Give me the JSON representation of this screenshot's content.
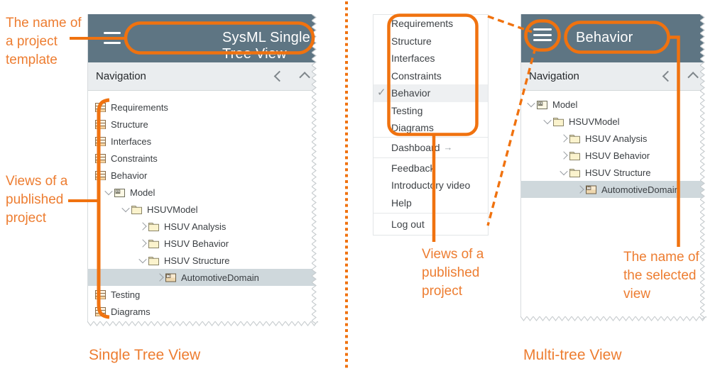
{
  "colors": {
    "accent_line": "#f0720f",
    "accent_text": "#ed7d31",
    "header_bg": "#5e7583",
    "navbar_bg": "#eaedef",
    "selected_row_bg": "#cfd8dc",
    "menu_selected_bg": "#eef0f2"
  },
  "annotations": {
    "project_template": "The name of\na project\ntemplate",
    "views_left": "Views of a\npublished\nproject",
    "views_middle": "Views of a\npublished\nproject",
    "selected_view": "The name of\nthe selected\nview"
  },
  "captions": {
    "left": "Single Tree View",
    "right": "Multi-tree View"
  },
  "left_panel": {
    "title": "SysML Single Tree View",
    "nav_title": "Navigation",
    "icons": [
      "hamburger-menu-icon",
      "collapse-left-icon",
      "collapse-up-icon"
    ],
    "tree": [
      {
        "label": "Requirements",
        "icon": "view-icon"
      },
      {
        "label": "Structure",
        "icon": "view-icon"
      },
      {
        "label": "Interfaces",
        "icon": "view-icon"
      },
      {
        "label": "Constraints",
        "icon": "view-icon"
      },
      {
        "label": "Behavior",
        "icon": "view-icon"
      },
      {
        "label": "Model",
        "icon": "model-icon",
        "state": "expanded"
      },
      {
        "label": "HSUVModel",
        "icon": "folder-icon",
        "state": "expanded"
      },
      {
        "label": "HSUV Analysis",
        "icon": "folder-icon",
        "state": "collapsed"
      },
      {
        "label": "HSUV Behavior",
        "icon": "folder-icon",
        "state": "collapsed"
      },
      {
        "label": "HSUV Structure",
        "icon": "folder-icon",
        "state": "expanded"
      },
      {
        "label": "AutomotiveDomain",
        "icon": "diagram-icon",
        "state": "collapsed",
        "selected": true
      },
      {
        "label": "Testing",
        "icon": "view-icon"
      },
      {
        "label": "Diagrams",
        "icon": "view-icon"
      }
    ]
  },
  "menu": {
    "views": [
      {
        "label": "Requirements"
      },
      {
        "label": "Structure"
      },
      {
        "label": "Interfaces"
      },
      {
        "label": "Constraints"
      },
      {
        "label": "Behavior",
        "checked": true,
        "check_glyph": "✓"
      },
      {
        "label": "Testing"
      },
      {
        "label": "Diagrams"
      }
    ],
    "dashboard": {
      "label": "Dashboard",
      "arrow": "→"
    },
    "links": [
      {
        "label": "Feedback"
      },
      {
        "label": "Introductory video"
      },
      {
        "label": "Help"
      }
    ],
    "logout": {
      "label": "Log out"
    }
  },
  "right_panel": {
    "title": "Behavior",
    "nav_title": "Navigation",
    "icons": [
      "hamburger-menu-icon",
      "collapse-left-icon",
      "collapse-up-icon"
    ],
    "tree": [
      {
        "label": "Model",
        "icon": "model-icon",
        "state": "expanded"
      },
      {
        "label": "HSUVModel",
        "icon": "folder-icon",
        "state": "expanded"
      },
      {
        "label": "HSUV Analysis",
        "icon": "folder-icon",
        "state": "collapsed"
      },
      {
        "label": "HSUV Behavior",
        "icon": "folder-icon",
        "state": "collapsed"
      },
      {
        "label": "HSUV Structure",
        "icon": "folder-icon",
        "state": "expanded"
      },
      {
        "label": "AutomotiveDomain",
        "icon": "diagram-icon",
        "state": "collapsed",
        "selected": true
      }
    ]
  }
}
